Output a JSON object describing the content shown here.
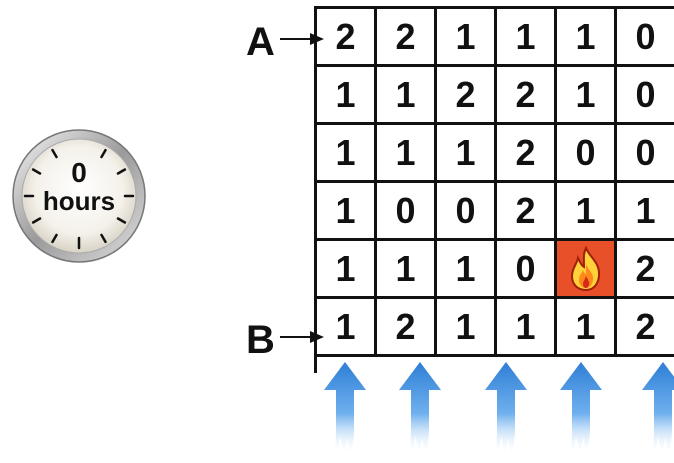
{
  "clock": {
    "value": "0",
    "unit": "hours",
    "icon": "stopwatch-icon"
  },
  "markers": {
    "a": "A",
    "b": "B"
  },
  "grid": {
    "rows": [
      [
        "2",
        "2",
        "1",
        "1",
        "1",
        "0"
      ],
      [
        "1",
        "1",
        "2",
        "2",
        "1",
        "0"
      ],
      [
        "1",
        "1",
        "1",
        "2",
        "0",
        "0"
      ],
      [
        "1",
        "0",
        "0",
        "2",
        "1",
        "1"
      ],
      [
        "1",
        "1",
        "1",
        "0",
        "fire",
        "2"
      ],
      [
        "1",
        "2",
        "1",
        "1",
        "1",
        "2"
      ]
    ],
    "fire_cell": {
      "row": 4,
      "col": 4,
      "icon": "fire-icon",
      "color": "#e8502a"
    }
  },
  "airflow": {
    "icon": "up-arrow-icon",
    "color": "#2f7fd6",
    "count": 5
  }
}
